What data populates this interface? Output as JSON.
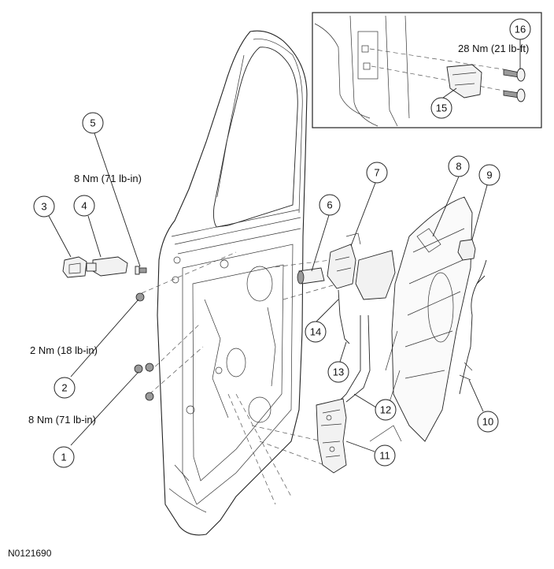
{
  "figure_id": "N0121690",
  "callouts": [
    {
      "id": "1",
      "number": "1"
    },
    {
      "id": "2",
      "number": "2"
    },
    {
      "id": "3",
      "number": "3"
    },
    {
      "id": "4",
      "number": "4"
    },
    {
      "id": "5",
      "number": "5"
    },
    {
      "id": "6",
      "number": "6"
    },
    {
      "id": "7",
      "number": "7"
    },
    {
      "id": "8",
      "number": "8"
    },
    {
      "id": "9",
      "number": "9"
    },
    {
      "id": "10",
      "number": "10"
    },
    {
      "id": "11",
      "number": "11"
    },
    {
      "id": "12",
      "number": "12"
    },
    {
      "id": "13",
      "number": "13"
    },
    {
      "id": "14",
      "number": "14"
    },
    {
      "id": "15",
      "number": "15"
    },
    {
      "id": "16",
      "number": "16"
    }
  ],
  "torque_specs": {
    "item5": "8 Nm (71 lb-in)",
    "item2": "2 Nm (18 lb-in)",
    "item1": "8 Nm (71 lb-in)",
    "item16": "28 Nm (21 lb-ft)"
  }
}
